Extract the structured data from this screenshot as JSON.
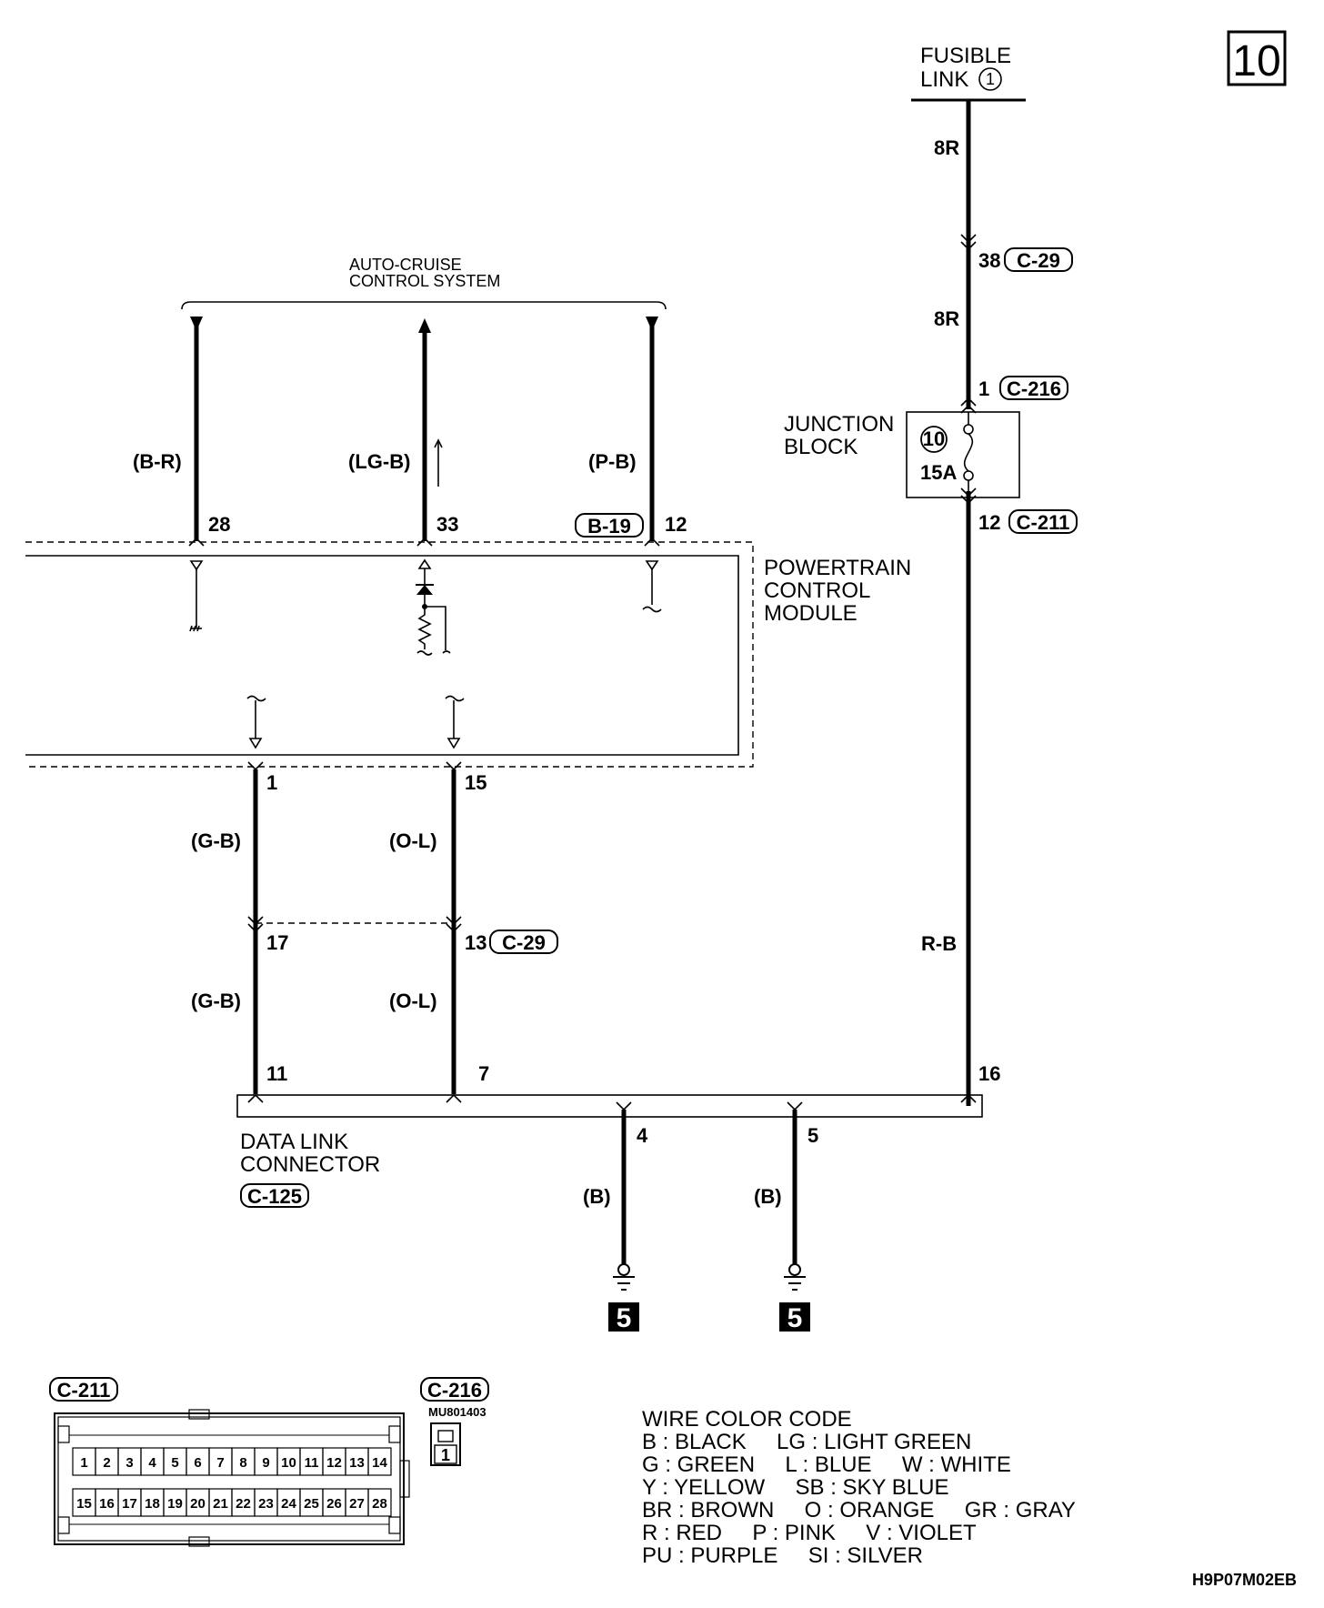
{
  "page_number": "10",
  "fusible_link": {
    "line1": "FUSIBLE",
    "line2": "LINK",
    "number": "1"
  },
  "auto_cruise": {
    "line1": "AUTO-CRUISE",
    "line2": "CONTROL SYSTEM"
  },
  "pcm": {
    "line1": "POWERTRAIN",
    "line2": "CONTROL",
    "line3": "MODULE"
  },
  "junction_block": {
    "line1": "JUNCTION",
    "line2": "BLOCK",
    "fuse_number": "10",
    "fuse_rating": "15A"
  },
  "dlc": {
    "line1": "DATA LINK",
    "line2": "CONNECTOR",
    "connector": "C-125"
  },
  "wires": {
    "w8r_top": "8R",
    "w8r_mid": "8R",
    "b_r": "(B-R)",
    "lg_b": "(LG-B)",
    "p_b": "(P-B)",
    "g_b_upper": "(G-B)",
    "o_l_upper": "(O-L)",
    "g_b_lower": "(G-B)",
    "o_l_lower": "(O-L)",
    "r_b": "R-B",
    "b_left": "(B)",
    "b_right": "(B)"
  },
  "pins": {
    "p38": "38",
    "p1_c216": "1",
    "p12_c211": "12",
    "p28": "28",
    "p33": "33",
    "p12_b19": "12",
    "p1": "1",
    "p15": "15",
    "p17": "17",
    "p13": "13",
    "p11": "11",
    "p7": "7",
    "p16": "16",
    "p4": "4",
    "p5": "5"
  },
  "connectors": {
    "c29_a": "C-29",
    "c216_a": "C-216",
    "c211_a": "C-211",
    "b19": "B-19",
    "c29_b": "C-29"
  },
  "ground_ref": {
    "left": "5",
    "right": "5"
  },
  "pinout_c211": {
    "label": "C-211",
    "row1": [
      "1",
      "2",
      "3",
      "4",
      "5",
      "6",
      "7",
      "8",
      "9",
      "10",
      "11",
      "12",
      "13",
      "14"
    ],
    "row2": [
      "15",
      "16",
      "17",
      "18",
      "19",
      "20",
      "21",
      "22",
      "23",
      "24",
      "25",
      "26",
      "27",
      "28"
    ]
  },
  "pinout_c216": {
    "label": "C-216",
    "part_no": "MU801403",
    "pin": "1"
  },
  "wire_color_code": {
    "title": "WIRE COLOR CODE",
    "rows": [
      "B : BLACK     LG : LIGHT GREEN",
      "G : GREEN     L : BLUE     W : WHITE",
      "Y : YELLOW     SB : SKY BLUE",
      "BR : BROWN     O : ORANGE     GR : GRAY",
      "R : RED     P : PINK     V : VIOLET",
      "PU : PURPLE     SI : SILVER"
    ]
  },
  "figure_code": "H9P07M02EB"
}
